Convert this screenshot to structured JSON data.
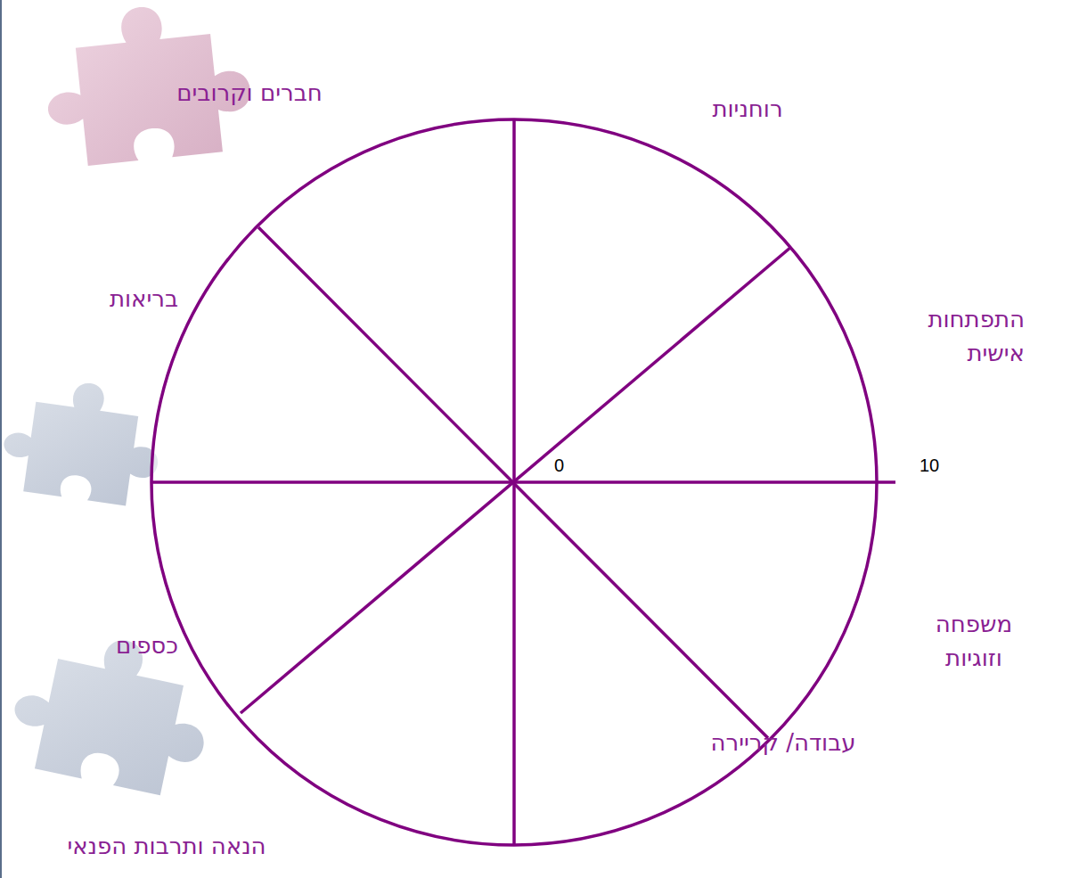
{
  "diagram": {
    "labels": [
      "חברים וקרובים",
      "רוחניות",
      "בריאות",
      "התפתחות אישית",
      "0",
      "10",
      "כספים",
      "משפחה וזוגיות",
      "הנאה ותרבות הפנאי",
      "עבודה/ קריירה"
    ]
  }
}
